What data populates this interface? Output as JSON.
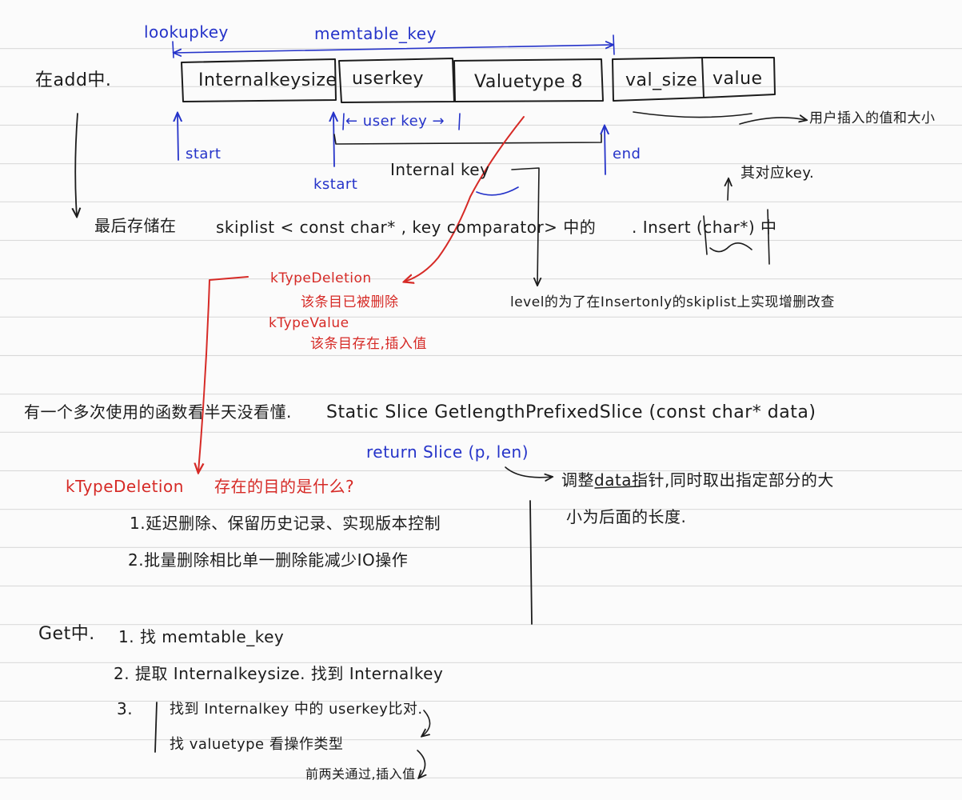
{
  "colors": {
    "ink": "#1c1c1c",
    "blue": "#2533c9",
    "red": "#d62a26",
    "rule": "#d9d9d9"
  },
  "top": {
    "in_add": "在add中.",
    "lookupkey": "lookupkey",
    "memtable_key": "memtable_key",
    "boxes": [
      "Internalkeysize",
      "userkey",
      "Valuetype 8",
      "val_size",
      "value"
    ],
    "userkey_span": "← user key →",
    "start": "start",
    "kstart": "kstart",
    "end": "end",
    "internal_key": "Internal key",
    "user_value_note": "用户插入的值和大小",
    "its_key": "其对应key."
  },
  "store_line": {
    "prefix": "最后存储在",
    "skiplist": "skiplist < const char* , key comparator> 中的",
    "insert": ". Insert (char*) 中"
  },
  "kinds": {
    "deletion": "kTypeDeletion",
    "deletion_note": "该条目已被删除",
    "value": "kTypeValue",
    "value_note": "该条目存在,插入值"
  },
  "level_note": "level的为了在Insertonly的skiplist上实现增删改查",
  "slice": {
    "question": "有一个多次使用的函数看半天没看懂.",
    "signature": "Static Slice GetlengthPrefixedSlice (const char* data)",
    "return": "return Slice (p, len)",
    "note_line1": "调整data指针,同时取出指定部分的大",
    "note_line2": "小为后面的长度."
  },
  "purpose": {
    "title": "kTypeDeletion",
    "question": "存在的目的是什么?",
    "item1": "1.延迟删除、保留历史记录、实现版本控制",
    "item2": "2.批量删除相比单一删除能减少IO操作"
  },
  "get": {
    "title": "Get中.",
    "step1": "1. 找 memtable_key",
    "step2": "2. 提取 Internalkeysize. 找到 Internalkey",
    "step3": "3.",
    "step3a": "找到 Internalkey 中的 userkey比对.",
    "step3b": "找 valuetype 看操作类型",
    "step3c": "前两关通过,插入值"
  }
}
